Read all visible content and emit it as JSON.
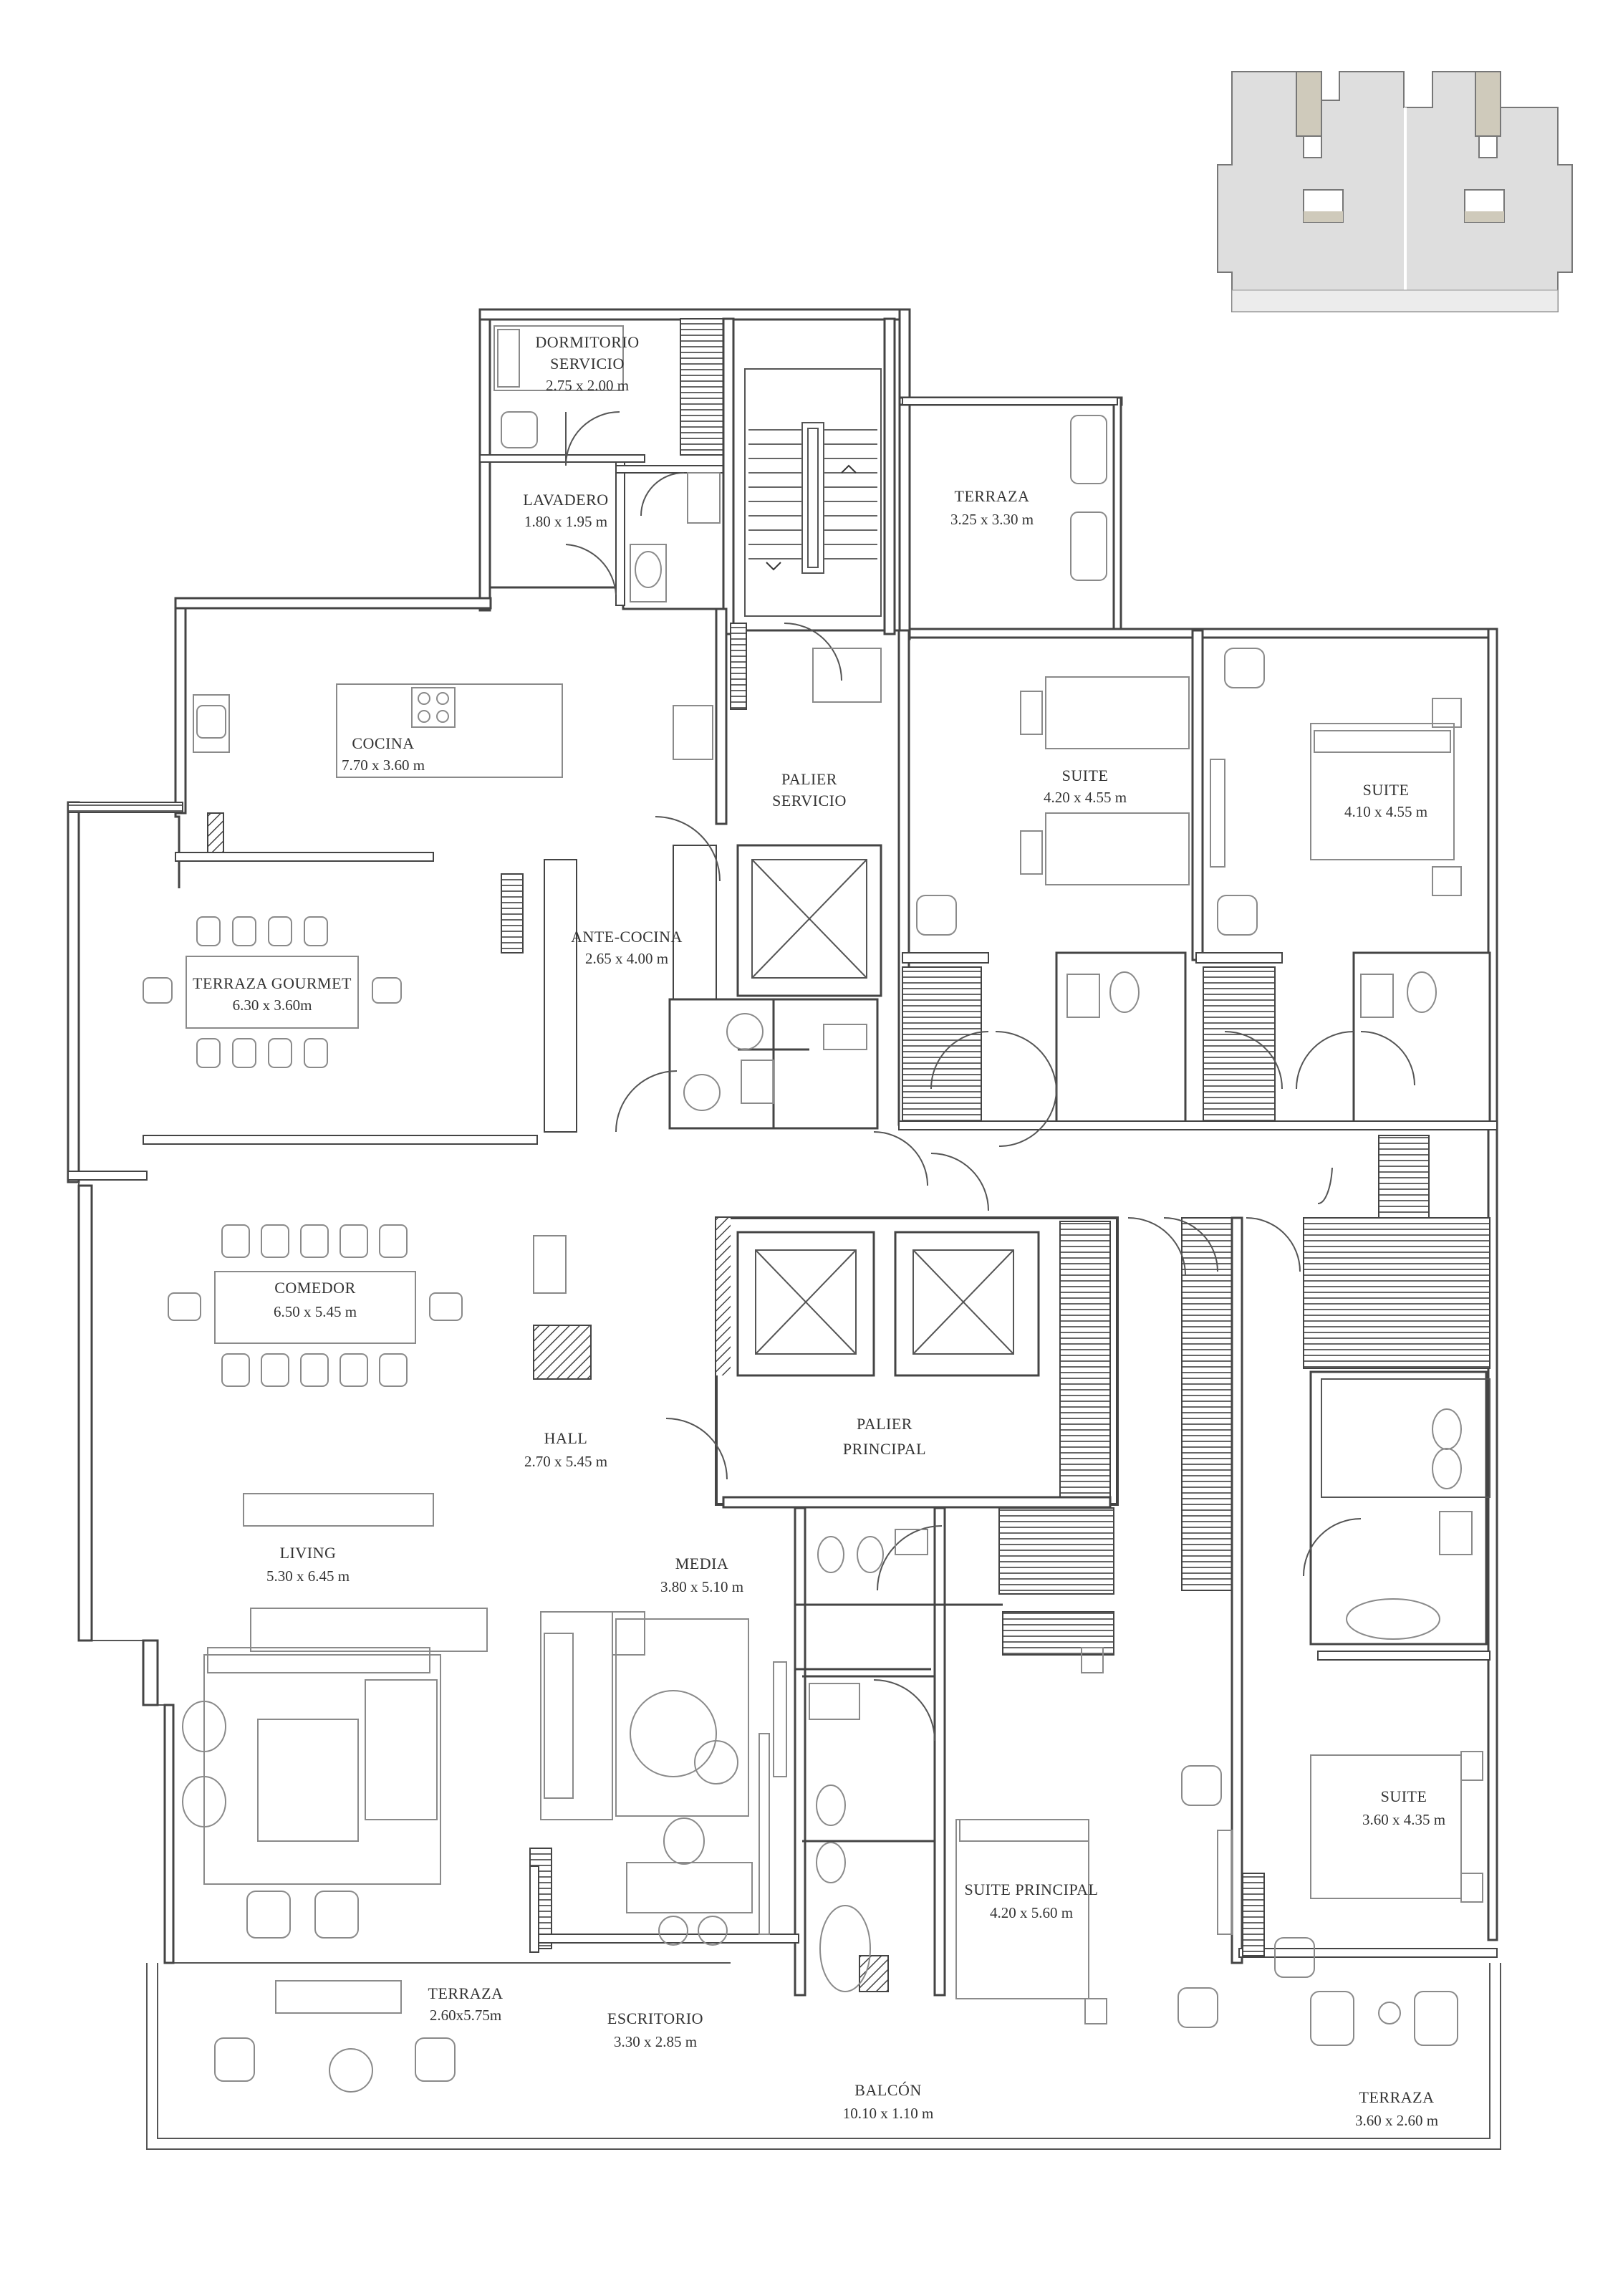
{
  "colors": {
    "wall": "#444444",
    "furniture": "#8a8a8a",
    "keyplan_fill": "#dedede",
    "keyplan_highlight": "#cfcabb",
    "text": "#333333"
  },
  "keyplan": {
    "icon": "building-keyplan"
  },
  "rooms": {
    "dormitorio_servicio": {
      "name1": "DORMITORIO",
      "name2": "SERVICIO",
      "dims": "2.75 x 2.00 m"
    },
    "lavadero": {
      "name": "LAVADERO",
      "dims": "1.80 x 1.95 m"
    },
    "terraza_servicio": {
      "name": "TERRAZA",
      "dims": "3.25 x 3.30 m"
    },
    "cocina": {
      "name": "COCINA",
      "dims": "7.70 x 3.60 m"
    },
    "palier_servicio": {
      "name1": "PALIER",
      "name2": "SERVICIO"
    },
    "suite_1": {
      "name": "SUITE",
      "dims": "4.20 x 4.55 m"
    },
    "suite_2": {
      "name": "SUITE",
      "dims": "4.10 x 4.55 m"
    },
    "terraza_gourmet": {
      "name": "TERRAZA GOURMET",
      "dims": "6.30 x 3.60m"
    },
    "ante_cocina": {
      "name": "ANTE-COCINA",
      "dims": "2.65 x 4.00 m"
    },
    "comedor": {
      "name": "COMEDOR",
      "dims": "6.50 x 5.45 m"
    },
    "hall": {
      "name": "HALL",
      "dims": "2.70 x 5.45 m"
    },
    "palier_principal": {
      "name1": "PALIER",
      "name2": "PRINCIPAL"
    },
    "living": {
      "name": "LIVING",
      "dims": "5.30 x 6.45 m"
    },
    "media": {
      "name": "MEDIA",
      "dims": "3.80 x 5.10 m"
    },
    "suite_3": {
      "name": "SUITE",
      "dims": "3.60 x 4.35 m"
    },
    "suite_principal": {
      "name": "SUITE PRINCIPAL",
      "dims": "4.20 x 5.60 m"
    },
    "escritorio": {
      "name": "ESCRITORIO",
      "dims": "3.30 x 2.85 m"
    },
    "terraza_living": {
      "name": "TERRAZA",
      "dims": "2.60x5.75m"
    },
    "balcon": {
      "name": "BALCÓN",
      "dims": "10.10 x 1.10 m"
    },
    "terraza_suite": {
      "name": "TERRAZA",
      "dims": "3.60 x 2.60 m"
    }
  }
}
